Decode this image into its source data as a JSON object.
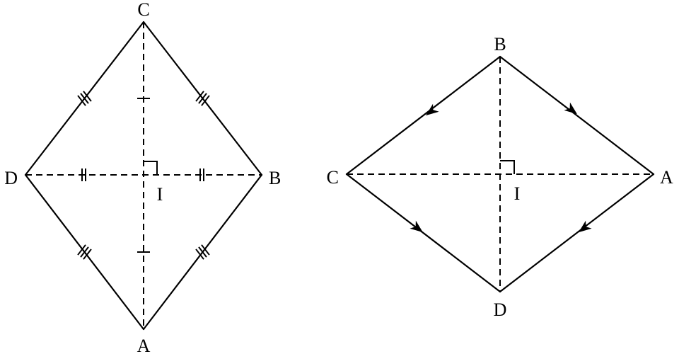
{
  "figures": [
    {
      "name": "rhombus-left",
      "vertices": [
        "C",
        "B",
        "A",
        "D"
      ],
      "center_label": "I"
    },
    {
      "name": "rhombus-right",
      "vertices": [
        "B",
        "A",
        "D",
        "C"
      ],
      "center_label": "I"
    }
  ]
}
